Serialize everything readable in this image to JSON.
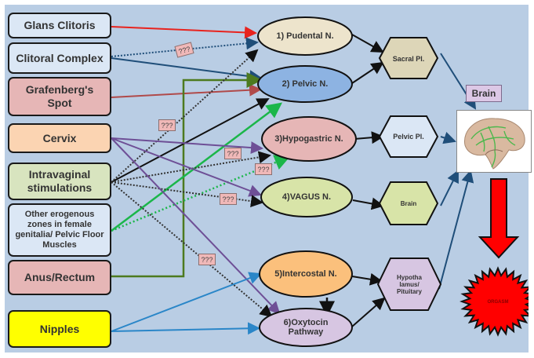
{
  "diagram": {
    "type": "flow diagram",
    "colors": {
      "background": "#b9cde4",
      "red": "#e8231e",
      "navy": "#1f4e79",
      "dark_red": "#b04a4a",
      "green": "#4d7a1f",
      "black": "#111111",
      "purple": "#6e4f96",
      "bright_green": "#1bb64a",
      "blue": "#2a86c8",
      "orgasm_red": "#ff0000"
    },
    "sources": [
      {
        "id": "glans",
        "label": "Glans Clitoris",
        "color": "#dbe7f5"
      },
      {
        "id": "complex",
        "label": "Clitoral Complex",
        "color": "#dbe7f5"
      },
      {
        "id": "gspot",
        "label": "Grafenberg's Spot",
        "color": "#e6b6b6"
      },
      {
        "id": "cervix",
        "label": "Cervix",
        "color": "#fbd4b2"
      },
      {
        "id": "intravag",
        "label": "Intravaginal stimulations",
        "color": "#d8e4bf"
      },
      {
        "id": "other",
        "label": "Other erogenous zones in female genitalia/ Pelvic Floor Muscles",
        "color": "#dbe7f5"
      },
      {
        "id": "anus",
        "label": "Anus/Rectum",
        "color": "#e6b6b6"
      },
      {
        "id": "nipples",
        "label": "Nipples",
        "color": "#ffff00"
      }
    ],
    "nerves": [
      {
        "id": "pudendal",
        "label": "1) Pudental N.",
        "color": "#ede4cc"
      },
      {
        "id": "pelvic",
        "label": "2) Pelvic N.",
        "color": "#8db3e2"
      },
      {
        "id": "hypogastric",
        "label": "3)Hypogastric N.",
        "color": "#e6b6b6"
      },
      {
        "id": "vagus",
        "label": "4)VAGUS N.",
        "color": "#d8e4a8"
      },
      {
        "id": "intercostal",
        "label": "5)Intercostal N.",
        "color": "#fbc07c"
      },
      {
        "id": "oxytocin",
        "label": "6)Oxytocin Pathway",
        "color": "#d7c6e2"
      }
    ],
    "relays": [
      {
        "id": "sacral",
        "label": "Sacral Pl.",
        "color": "#ddd6b8"
      },
      {
        "id": "pelvicpl",
        "label": "Pelvic Pl.",
        "color": "#dbe7f5"
      },
      {
        "id": "brainhex",
        "label": "Brain",
        "color": "#d8e4a8"
      },
      {
        "id": "hypo",
        "label": "Hypotha lamus/ Pituitary",
        "color": "#d7c6e2"
      }
    ],
    "brain_label": "Brain",
    "outcome_label": "ORGASM",
    "unknown_label": "???",
    "edges": [
      {
        "from": "glans",
        "to": "pudendal",
        "style": "solid",
        "color": "red"
      },
      {
        "from": "complex",
        "to": "pudendal",
        "style": "dotted",
        "color": "navy",
        "unknown": true
      },
      {
        "from": "complex",
        "to": "pelvic",
        "style": "solid",
        "color": "navy"
      },
      {
        "from": "gspot",
        "to": "pelvic",
        "style": "solid",
        "color": "dark_red"
      },
      {
        "from": "anus",
        "to": "pelvic",
        "style": "solid",
        "color": "green"
      },
      {
        "from": "intravag",
        "to": "pelvic",
        "style": "solid",
        "color": "black"
      },
      {
        "from": "intravag",
        "to": "pudendal",
        "style": "dotted",
        "color": "black",
        "unknown": true
      },
      {
        "from": "other",
        "to": "pelvic",
        "style": "solid",
        "color": "bright_green"
      },
      {
        "from": "cervix",
        "to": "hypogastric",
        "style": "solid",
        "color": "purple"
      },
      {
        "from": "intravag",
        "to": "hypogastric",
        "style": "dotted",
        "color": "black",
        "unknown": true
      },
      {
        "from": "other",
        "to": "hypogastric",
        "style": "dotted",
        "color": "bright_green",
        "unknown": true
      },
      {
        "from": "cervix",
        "to": "vagus",
        "style": "solid",
        "color": "purple"
      },
      {
        "from": "intravag",
        "to": "vagus",
        "style": "dotted",
        "color": "black",
        "unknown": true
      },
      {
        "from": "cervix",
        "to": "oxytocin",
        "style": "solid",
        "color": "purple"
      },
      {
        "from": "intravag",
        "to": "oxytocin",
        "style": "dotted",
        "color": "black",
        "unknown": true
      },
      {
        "from": "nipples",
        "to": "intercostal",
        "style": "solid",
        "color": "blue"
      },
      {
        "from": "nipples",
        "to": "oxytocin",
        "style": "solid",
        "color": "blue"
      },
      {
        "from": "intercostal",
        "to": "oxytocin",
        "style": "solid",
        "color": "black"
      },
      {
        "from": "pudendal",
        "to": "sacral",
        "style": "solid",
        "color": "black"
      },
      {
        "from": "pelvic",
        "to": "sacral",
        "style": "solid",
        "color": "black"
      },
      {
        "from": "hypogastric",
        "to": "pelvicpl",
        "style": "solid",
        "color": "black"
      },
      {
        "from": "vagus",
        "to": "brainhex",
        "style": "solid",
        "color": "black"
      },
      {
        "from": "intercostal",
        "to": "hypo",
        "style": "solid",
        "color": "black"
      },
      {
        "from": "oxytocin",
        "to": "hypo",
        "style": "solid",
        "color": "black"
      },
      {
        "from": "sacral",
        "to": "brain",
        "style": "solid",
        "color": "navy"
      },
      {
        "from": "pelvicpl",
        "to": "brain",
        "style": "solid",
        "color": "navy"
      },
      {
        "from": "brainhex",
        "to": "brain",
        "style": "solid",
        "color": "navy"
      },
      {
        "from": "hypo",
        "to": "brain",
        "style": "solid",
        "color": "navy"
      },
      {
        "from": "brain",
        "to": "orgasm",
        "style": "block-arrow",
        "color": "orgasm_red"
      }
    ]
  }
}
